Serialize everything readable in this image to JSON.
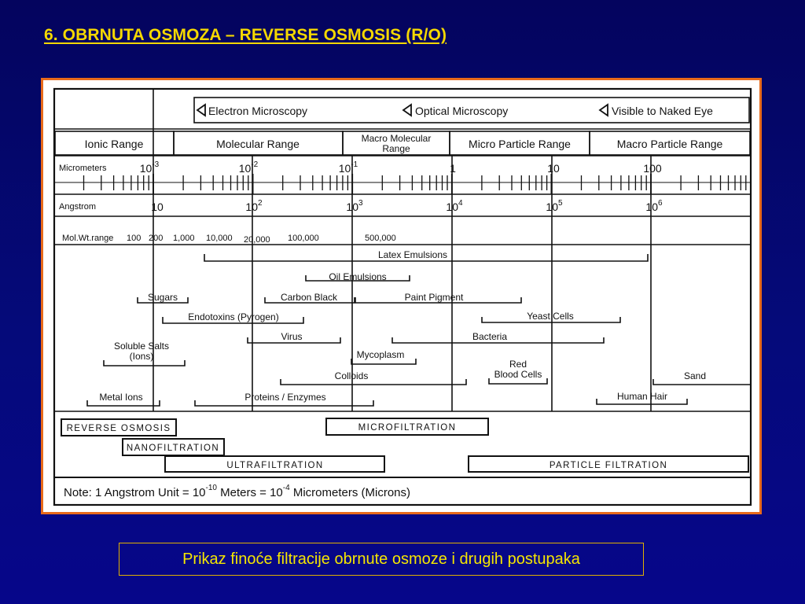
{
  "slide": {
    "title": "6. OBRNUTA OSMOZA – REVERSE OSMOSIS (R/O)",
    "caption": "Prikaz finoće filtracije obrnute osmoze i drugih postupaka"
  },
  "colors": {
    "background": "#050a7a",
    "title": "#f5d800",
    "frame_border": "#e86a1a",
    "caption_border": "#e0b000",
    "ink": "#111111"
  },
  "diagram": {
    "microscopy": {
      "electron": "Electron Microscopy",
      "optical": "Optical Microscopy",
      "visible": "Visible to Naked Eye"
    },
    "ranges": {
      "ionic": "Ionic Range",
      "molecular": "Molecular Range",
      "macro_molecular_1": "Macro Molecular",
      "macro_molecular_2": "Range",
      "micro_particle": "Micro Particle Range",
      "macro_particle": "Macro Particle Range"
    },
    "micrometers": {
      "label": "Micrometers",
      "ticks": [
        {
          "base": "10",
          "exp": "-3"
        },
        {
          "base": "10",
          "exp": "-2"
        },
        {
          "base": "10",
          "exp": "-1"
        },
        {
          "base": "1",
          "exp": ""
        },
        {
          "base": "10",
          "exp": ""
        },
        {
          "base": "100",
          "exp": ""
        }
      ]
    },
    "angstrom": {
      "label": "Angstrom",
      "ticks": [
        {
          "base": "10",
          "exp": ""
        },
        {
          "base": "10",
          "exp": "2"
        },
        {
          "base": "10",
          "exp": "3"
        },
        {
          "base": "10",
          "exp": "4"
        },
        {
          "base": "10",
          "exp": "5"
        },
        {
          "base": "10",
          "exp": "6"
        }
      ]
    },
    "molwt": {
      "label": "Mol.Wt.range",
      "values": [
        "100",
        "200",
        "1,000",
        "10,000",
        "20,000",
        "100,000",
        "500,000"
      ]
    },
    "substances": {
      "latex": "Latex Emulsions",
      "oil": "Oil Emulsions",
      "sugars": "Sugars",
      "carbon_black": "Carbon Black",
      "paint_pigment": "Paint Pigment",
      "endotoxins": "Endotoxins (Pyrogen)",
      "yeast": "Yeast Cells",
      "virus": "Virus",
      "bacteria": "Bacteria",
      "soluble_salts_1": "Soluble Salts",
      "soluble_salts_2": "(Ions)",
      "mycoplasm": "Mycoplasm",
      "red_blood_1": "Red",
      "red_blood_2": "Blood Cells",
      "colloids": "Colloids",
      "sand": "Sand",
      "metal_ions": "Metal Ions",
      "proteins": "Proteins / Enzymes",
      "human_hair": "Human Hair"
    },
    "processes": {
      "reverse_osmosis": "REVERSE OSMOSIS",
      "microfiltration": "MICROFILTRATION",
      "nanofiltration": "NANOFILTRATION",
      "ultrafiltration": "ULTRAFILTRATION",
      "particle_filtration": "PARTICLE FILTRATION"
    },
    "note": {
      "prefix": "Note: 1 Angstrom Unit = 10",
      "exp1": "-10",
      "middle": " Meters = 10",
      "exp2": "-4",
      "suffix": " Micrometers (Microns)"
    }
  }
}
